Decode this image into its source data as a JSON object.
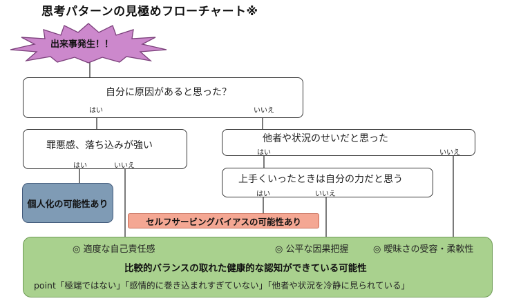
{
  "title": "思考パターンの見極めフローチャート※",
  "start": {
    "label": "出来事発生！！",
    "color": "#cc88cc"
  },
  "q1": {
    "text": "自分に原因があると思った？",
    "yes": "はい",
    "no": "いいえ"
  },
  "q2": {
    "text": "罪悪感、落ち込みが強い",
    "yes": "はい",
    "no": "いいえ"
  },
  "q3": {
    "text": "他者や状況のせいだと思った",
    "yes": "はい",
    "no": "いいえ"
  },
  "q4": {
    "text": "上手くいったときは自分の力だと思う",
    "yes": "はい",
    "no": "いいえ"
  },
  "result_personal": {
    "text": "個人化の可能性あり",
    "color": "#7f9bb5"
  },
  "result_bias": {
    "text": "セルフサービングバイアスの可能性あり",
    "color": "#f4a793"
  },
  "result_healthy": {
    "color": "#a9d18e",
    "item1": "◎ 適度な自己責任感",
    "item2": "◎ 公平な因果把握",
    "item3": "◎ 曖昧さの受容・柔軟性",
    "main": "比較的バランスの取れた健康的な認知ができている可能性",
    "point": "point「極端ではない」「感情的に巻き込まれすぎていない」「他者や状況を冷静に見られている」"
  }
}
